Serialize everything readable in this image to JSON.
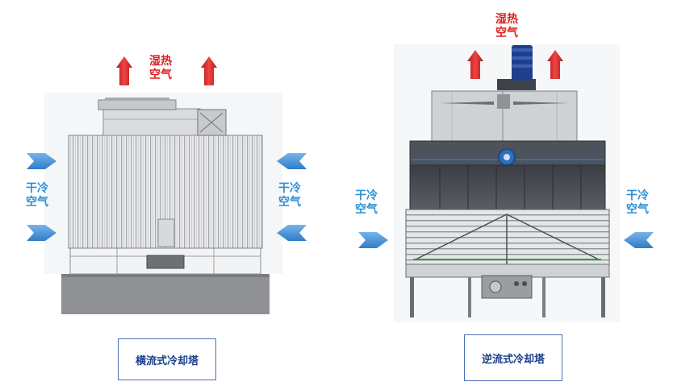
{
  "left_diagram": {
    "hot_air_label": "湿热\n空气",
    "cold_air_left_label": "干冷\n空气",
    "cold_air_right_label": "干冷\n空气",
    "caption": "横流式冷却塔"
  },
  "right_diagram": {
    "hot_air_label": "湿热\n空气",
    "cold_air_left_label": "干冷\n空气",
    "cold_air_right_label": "干冷\n空气",
    "caption": "逆流式冷却塔"
  },
  "colors": {
    "hot_arrow": "#d42a2a",
    "cold_arrow": "#3f8ed8",
    "caption_border": "#4a6fb8",
    "caption_text": "#1b3f8c"
  },
  "icons": [
    "hot-air-arrow-icon",
    "cold-air-arrow-icon",
    "fan-motor-icon"
  ]
}
